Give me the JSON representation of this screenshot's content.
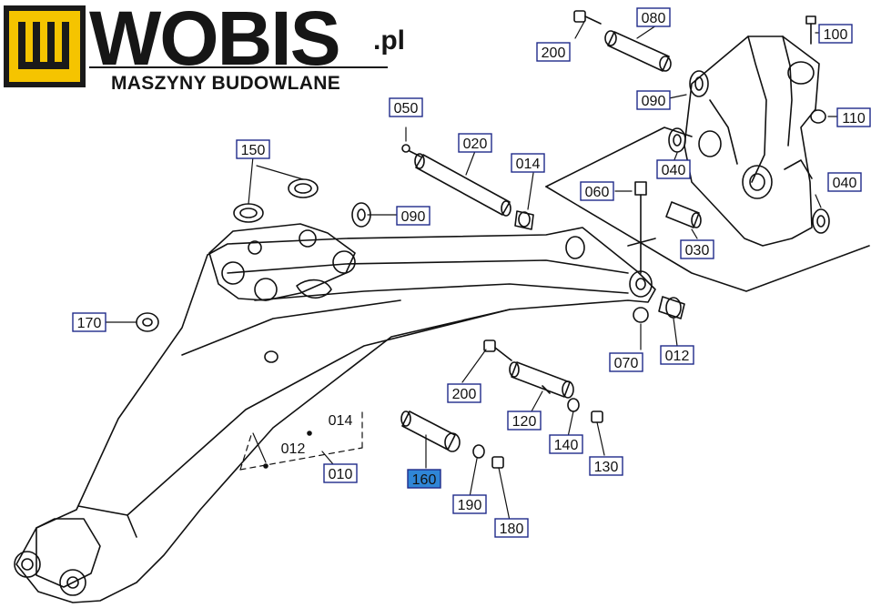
{
  "logo": {
    "brand": "WOBIS",
    "domain": ".pl",
    "tagline": "MASZYNY BUDOWLANE"
  },
  "diagram": {
    "labels": [
      {
        "id": "100",
        "boxed": true,
        "highlight": false
      },
      {
        "id": "080",
        "boxed": true,
        "highlight": false
      },
      {
        "id": "200",
        "boxed": true,
        "highlight": false
      },
      {
        "id": "090",
        "boxed": true,
        "highlight": false
      },
      {
        "id": "110",
        "boxed": true,
        "highlight": false
      },
      {
        "id": "050",
        "boxed": true,
        "highlight": false
      },
      {
        "id": "020",
        "boxed": true,
        "highlight": false
      },
      {
        "id": "014",
        "boxed": true,
        "highlight": false
      },
      {
        "id": "040",
        "boxed": true,
        "highlight": false
      },
      {
        "id": "060",
        "boxed": true,
        "highlight": false
      },
      {
        "id": "040",
        "boxed": true,
        "highlight": false
      },
      {
        "id": "030",
        "boxed": true,
        "highlight": false
      },
      {
        "id": "150",
        "boxed": true,
        "highlight": false
      },
      {
        "id": "090",
        "boxed": true,
        "highlight": false
      },
      {
        "id": "170",
        "boxed": true,
        "highlight": false
      },
      {
        "id": "070",
        "boxed": true,
        "highlight": false
      },
      {
        "id": "012",
        "boxed": true,
        "highlight": false
      },
      {
        "id": "200",
        "boxed": true,
        "highlight": false
      },
      {
        "id": "120",
        "boxed": true,
        "highlight": false
      },
      {
        "id": "140",
        "boxed": true,
        "highlight": false
      },
      {
        "id": "130",
        "boxed": true,
        "highlight": false
      },
      {
        "id": "014",
        "boxed": false,
        "highlight": false
      },
      {
        "id": "012",
        "boxed": false,
        "highlight": false
      },
      {
        "id": "010",
        "boxed": true,
        "highlight": false
      },
      {
        "id": "160",
        "boxed": true,
        "highlight": true
      },
      {
        "id": "190",
        "boxed": true,
        "highlight": false
      },
      {
        "id": "180",
        "boxed": true,
        "highlight": false
      }
    ],
    "colors": {
      "line": "#111111",
      "label_border": "#1f2a8a",
      "highlight_fill": "#2f86d6",
      "logo_yellow": "#f5c400"
    }
  }
}
